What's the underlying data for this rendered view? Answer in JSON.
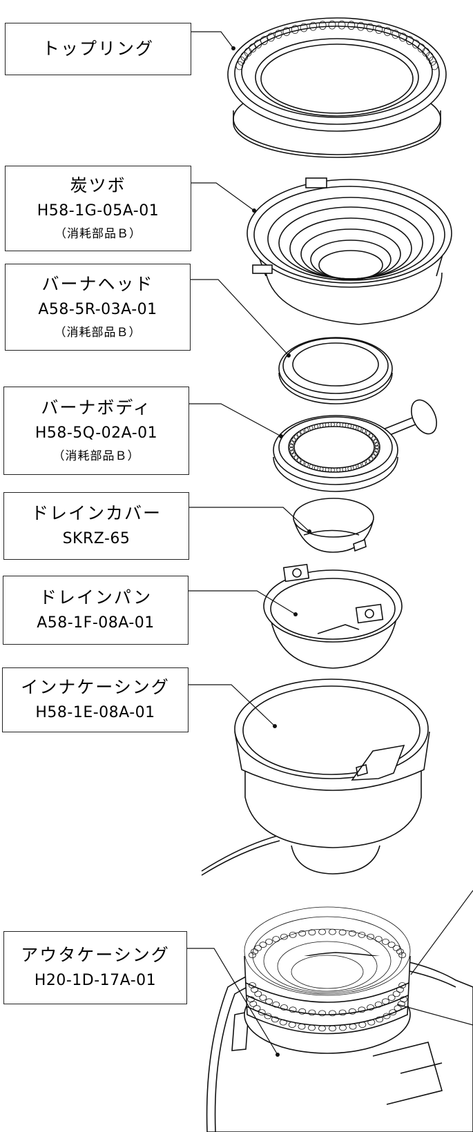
{
  "parts": [
    {
      "id": "top-ring",
      "name": "トップリング",
      "code": "",
      "note": ""
    },
    {
      "id": "charcoal-pot",
      "name": "炭ツボ",
      "code": "H58-1G-05A-01",
      "note": "（消耗部品Ｂ）"
    },
    {
      "id": "burner-head",
      "name": "バーナヘッド",
      "code": "A58-5R-03A-01",
      "note": "（消耗部品Ｂ）"
    },
    {
      "id": "burner-body",
      "name": "バーナボディ",
      "code": "H58-5Q-02A-01",
      "note": "（消耗部品Ｂ）"
    },
    {
      "id": "drain-cover",
      "name": "ドレインカバー",
      "code": "SKRZ-65",
      "note": ""
    },
    {
      "id": "drain-pan",
      "name": "ドレインパン",
      "code": "A58-1F-08A-01",
      "note": ""
    },
    {
      "id": "inner-casing",
      "name": "インナケーシング",
      "code": "H58-1E-08A-01",
      "note": ""
    },
    {
      "id": "outer-casing",
      "name": "アウタケーシング",
      "code": "H20-1D-17A-01",
      "note": ""
    }
  ]
}
